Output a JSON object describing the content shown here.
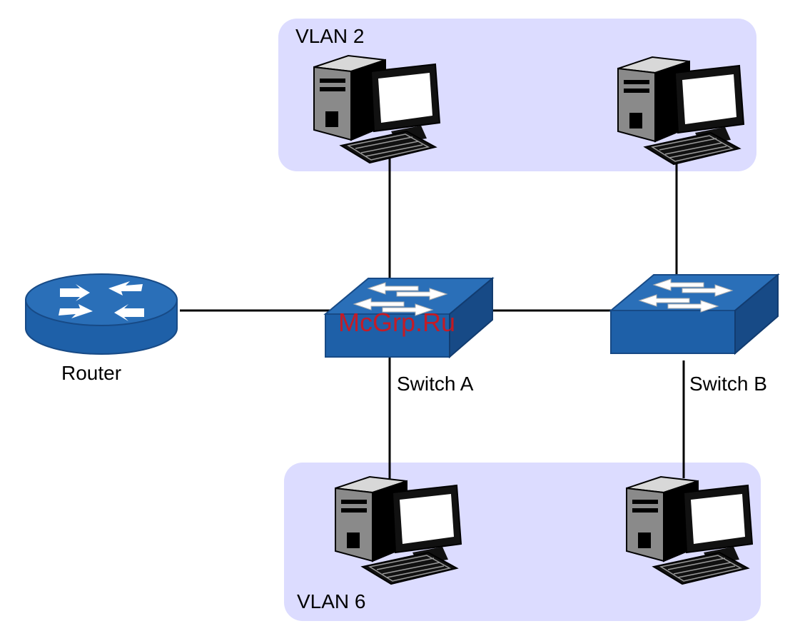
{
  "diagram": {
    "vlans": [
      {
        "id": "vlan-2",
        "label": "VLAN 2"
      },
      {
        "id": "vlan-6",
        "label": "VLAN 6"
      }
    ],
    "devices": {
      "router": {
        "label": "Router"
      },
      "switch_a": {
        "label": "Switch A"
      },
      "switch_b": {
        "label": "Switch B"
      }
    },
    "watermark": "McGrp.Ru"
  },
  "colors": {
    "vlan_fill": "#dcdcff",
    "device_blue": "#1e60a8",
    "device_blue_dark": "#174a86",
    "pc_gray": "#a8a8a8",
    "link": "#000000"
  }
}
